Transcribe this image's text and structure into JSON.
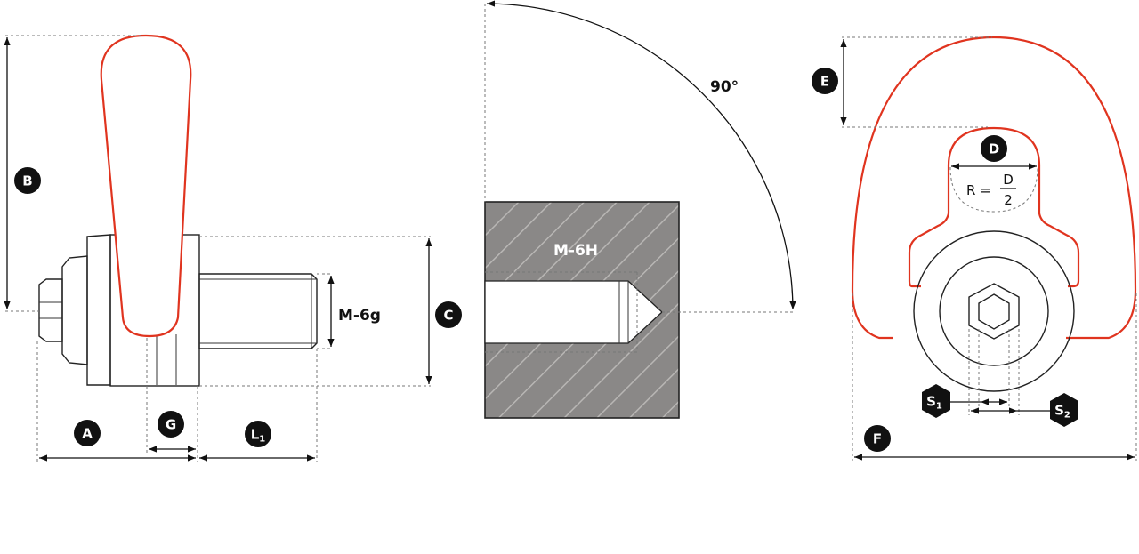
{
  "left_view": {
    "labels": {
      "a": "A",
      "b": "B",
      "c": "C",
      "g": "G",
      "l1_main": "L",
      "l1_sub": "1",
      "thread": "M-6g"
    }
  },
  "middle_view": {
    "angle": "90°",
    "thread": "M-6H"
  },
  "right_view": {
    "labels": {
      "d": "D",
      "e": "E",
      "f": "F",
      "s1_main": "S",
      "s1_sub": "1",
      "s2_main": "S",
      "s2_sub": "2"
    },
    "radius_formula": {
      "lhs": "R =",
      "numerator": "D",
      "denominator": "2"
    }
  },
  "colors": {
    "accent": "#e0341f",
    "ink": "#111111",
    "hatch": "#888888"
  }
}
